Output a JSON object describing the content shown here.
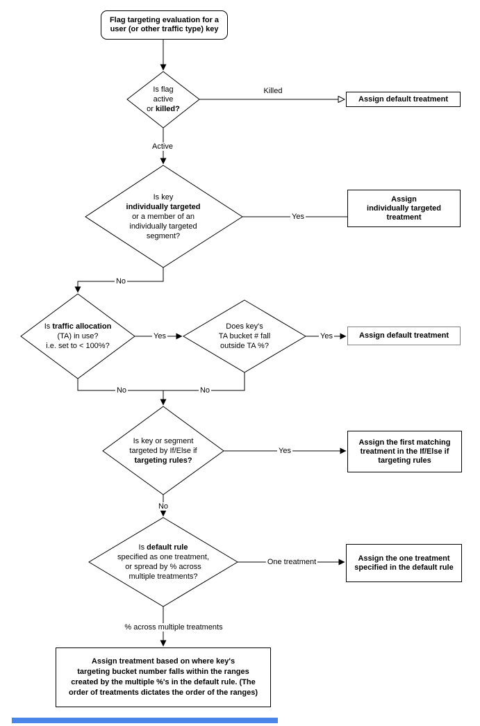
{
  "flowchart": {
    "start": {
      "lines": [
        [
          {
            "t": "Flag targeting evaluation for a",
            "b": true
          }
        ],
        [
          {
            "t": "user (or other traffic type) key",
            "b": true
          }
        ]
      ]
    },
    "decisions": {
      "flag_active": {
        "lines": [
          [
            {
              "t": "Is flag",
              "b": false
            }
          ],
          [
            {
              "t": "active",
              "b": false
            }
          ],
          [
            {
              "t": "or ",
              "b": false
            },
            {
              "t": "killed?",
              "b": true
            }
          ]
        ]
      },
      "individually_targeted": {
        "lines": [
          [
            {
              "t": "Is key",
              "b": false
            }
          ],
          [
            {
              "t": "individually targeted",
              "b": true
            }
          ],
          [
            {
              "t": "or a member of an",
              "b": false
            }
          ],
          [
            {
              "t": "individually targeted",
              "b": false
            }
          ],
          [
            {
              "t": "segment?",
              "b": false
            }
          ]
        ]
      },
      "traffic_allocation": {
        "lines": [
          [
            {
              "t": "Is ",
              "b": false
            },
            {
              "t": "traffic allocation",
              "b": true
            }
          ],
          [
            {
              "t": "(TA) in use?",
              "b": false
            }
          ],
          [
            {
              "t": "i.e. set to < 100%?",
              "b": false
            }
          ]
        ]
      },
      "ta_bucket": {
        "lines": [
          [
            {
              "t": "Does key's",
              "b": false
            }
          ],
          [
            {
              "t": "TA bucket # fall",
              "b": false
            }
          ],
          [
            {
              "t": "outside TA %?",
              "b": false
            }
          ]
        ]
      },
      "targeting_rules": {
        "lines": [
          [
            {
              "t": "Is key or segment",
              "b": false
            }
          ],
          [
            {
              "t": "targeted by If/Else if",
              "b": false
            }
          ],
          [
            {
              "t": "targeting rules?",
              "b": true
            }
          ]
        ]
      },
      "default_rule": {
        "lines": [
          [
            {
              "t": "Is ",
              "b": false
            },
            {
              "t": "default rule",
              "b": true
            }
          ],
          [
            {
              "t": "specified as one treatment,",
              "b": false
            }
          ],
          [
            {
              "t": "or spread by % across",
              "b": false
            }
          ],
          [
            {
              "t": "multiple treatments?",
              "b": false
            }
          ]
        ]
      }
    },
    "outcomes": {
      "default_treatment_killed": {
        "lines": [
          [
            {
              "t": "Assign default treatment",
              "b": true
            }
          ]
        ]
      },
      "individually_targeted_treatment": {
        "lines": [
          [
            {
              "t": "Assign",
              "b": true
            }
          ],
          [
            {
              "t": "individually targeted",
              "b": true
            }
          ],
          [
            {
              "t": "treatment",
              "b": true
            }
          ]
        ]
      },
      "default_treatment_ta": {
        "lines": [
          [
            {
              "t": "Assign default treatment",
              "b": true
            }
          ]
        ]
      },
      "first_matching_treatment": {
        "lines": [
          [
            {
              "t": "Assign the first matching",
              "b": true
            }
          ],
          [
            {
              "t": "treatment in the If/Else if",
              "b": true
            }
          ],
          [
            {
              "t": "targeting rules",
              "b": true
            }
          ]
        ]
      },
      "one_treatment_default_rule": {
        "lines": [
          [
            {
              "t": "Assign the one treatment",
              "b": true
            }
          ],
          [
            {
              "t": "specified in the default rule",
              "b": true
            }
          ]
        ]
      },
      "bucket_ranges_treatment": {
        "lines": [
          [
            {
              "t": "Assign treatment based on where key's",
              "b": true
            }
          ],
          [
            {
              "t": "targeting bucket number falls within the ranges",
              "b": true
            }
          ],
          [
            {
              "t": "created by the multiple %'s in the default rule. (The",
              "b": true
            }
          ],
          [
            {
              "t": "order of treatments dictates the order of the ranges)",
              "b": true
            }
          ]
        ]
      }
    },
    "edge_labels": {
      "killed": "Killed",
      "active": "Active",
      "individually_yes": "Yes",
      "individually_no": "No",
      "ta_yes": "Yes",
      "bucket_yes": "Yes",
      "ta_no": "No",
      "bucket_no": "No",
      "rules_yes": "Yes",
      "rules_no": "No",
      "one_treatment": "One treatment",
      "pct_across": "% across multiple treatments"
    }
  },
  "colors": {
    "stroke": "#000000",
    "outcome_ta_border": "#808080",
    "scrollbar": "#4a86e8",
    "background": "#ffffff"
  }
}
